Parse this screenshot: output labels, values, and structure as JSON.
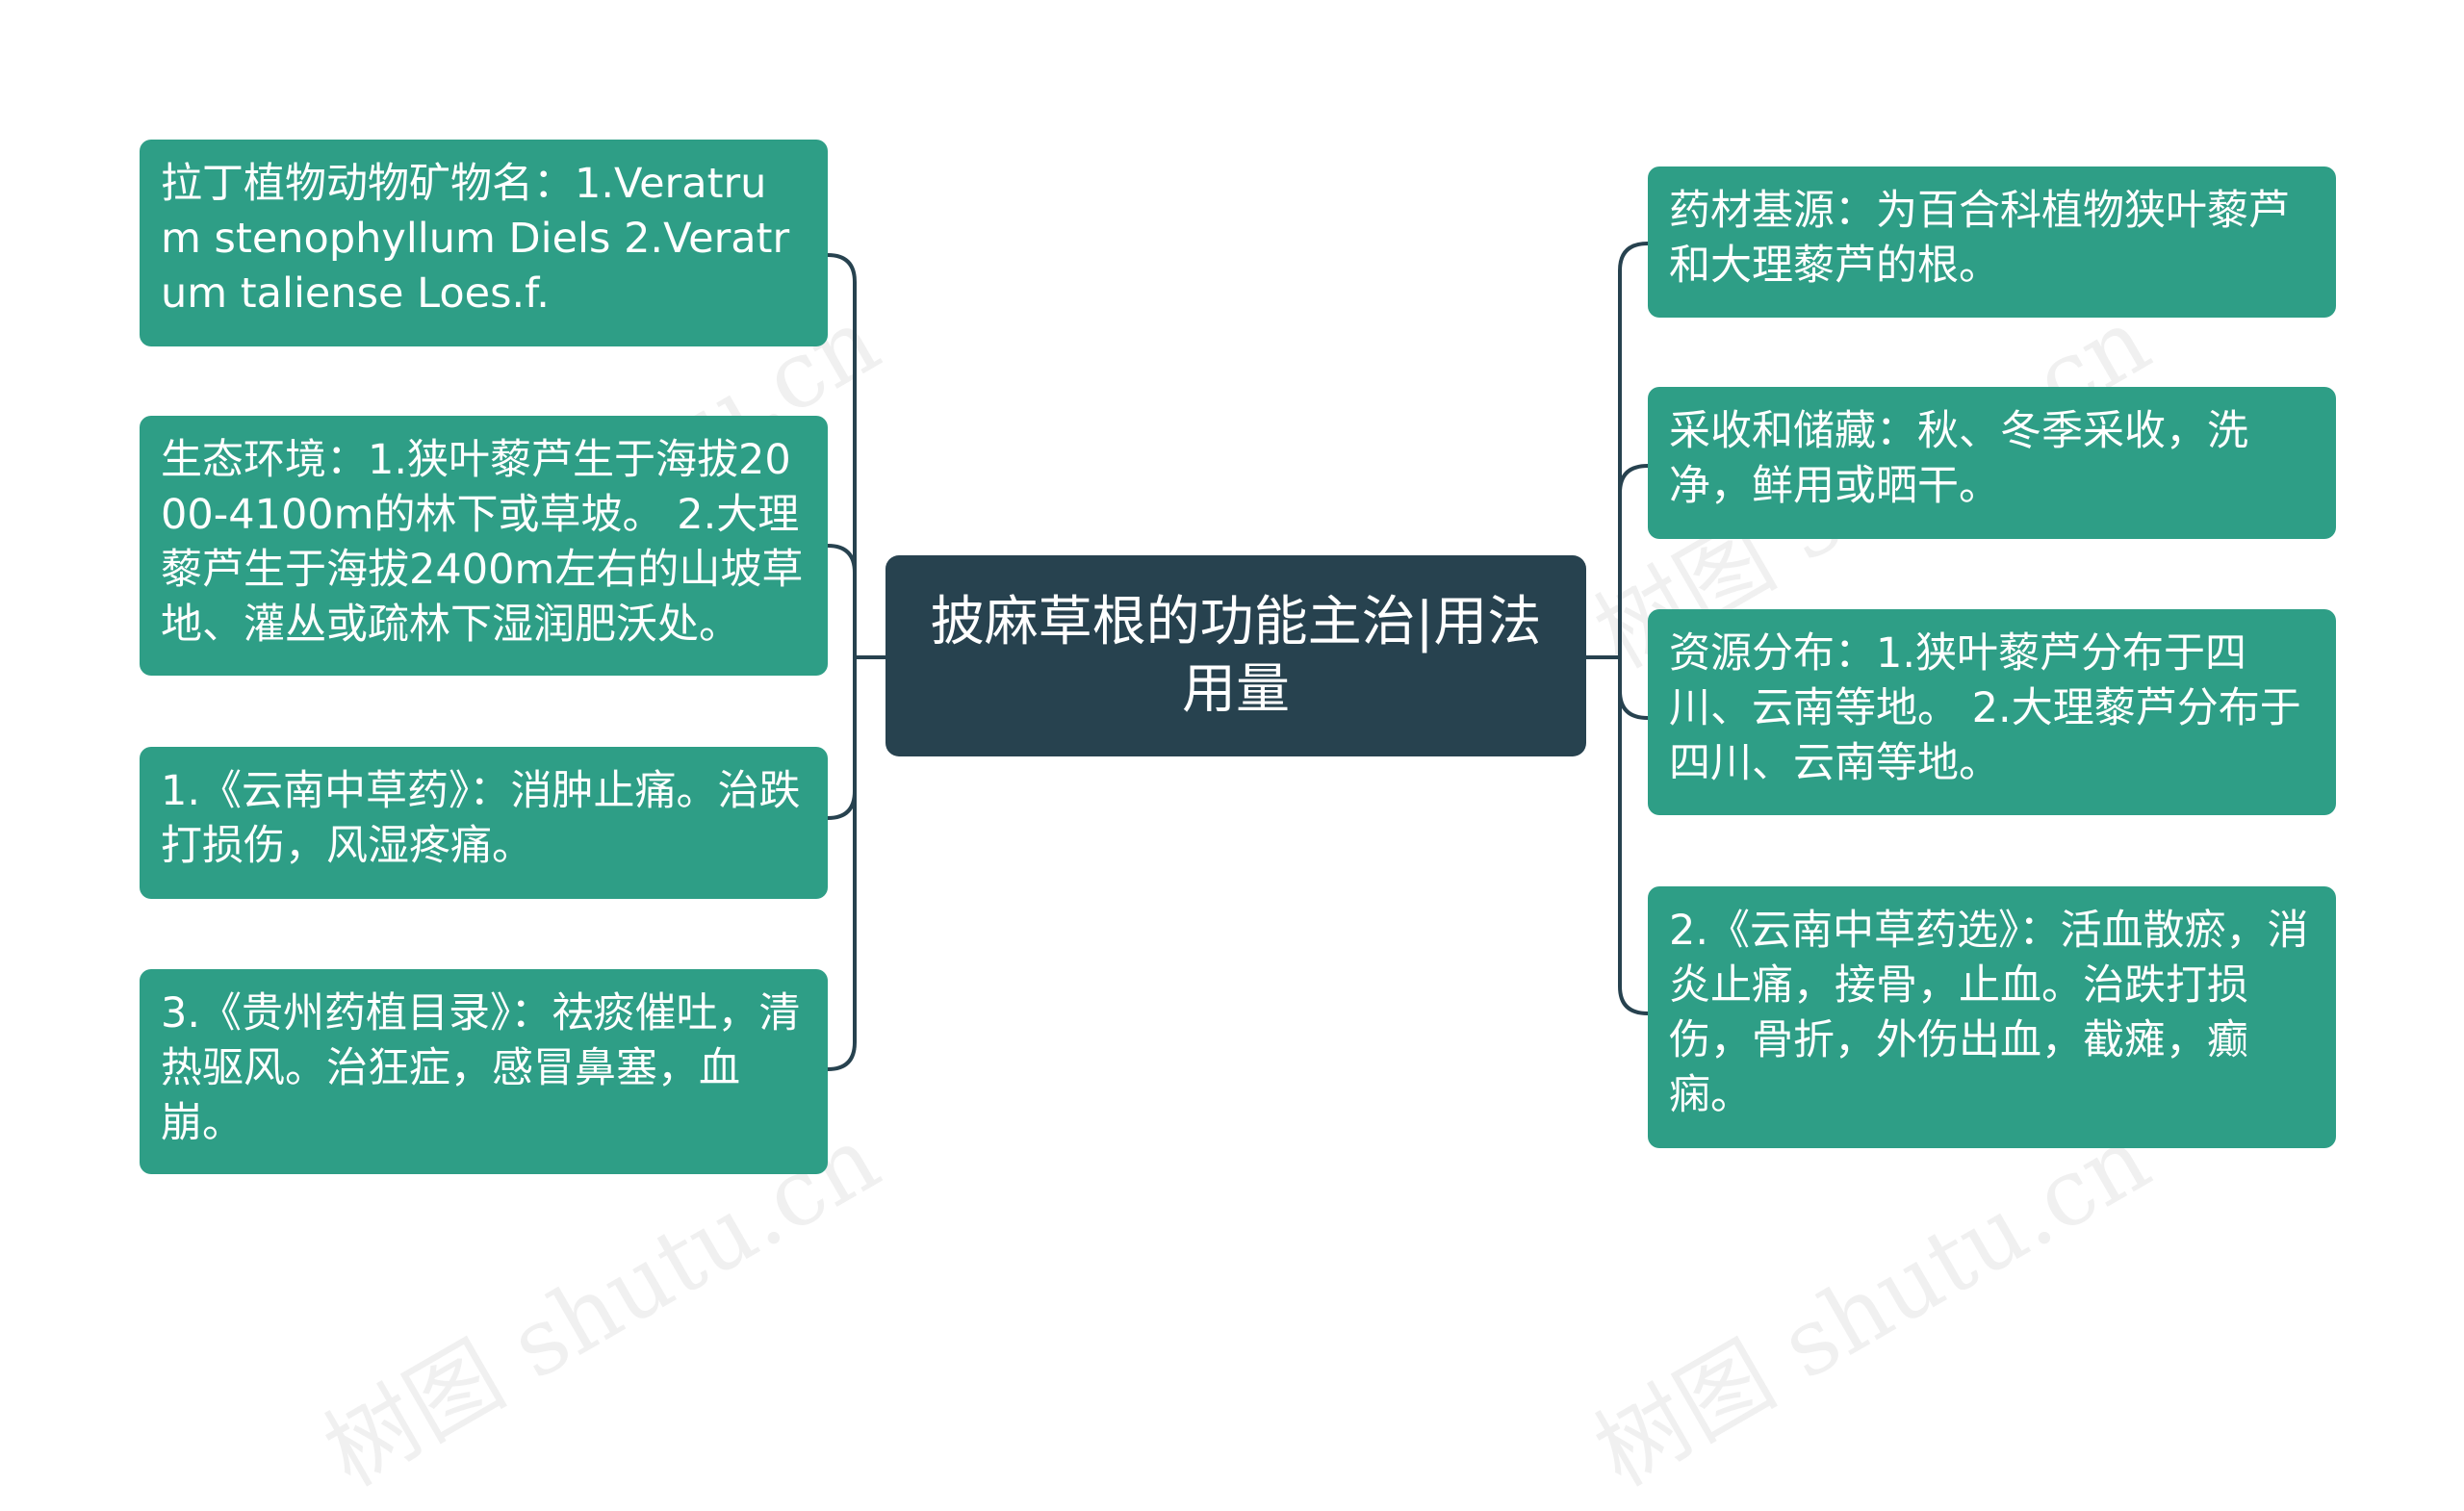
{
  "watermark": "树图 shutu.cn",
  "center": {
    "title": "披麻草根的功能主治|用法用量"
  },
  "left_nodes": [
    {
      "text": "拉丁植物动物矿物名：1.Veratrum stenophyllum Diels 2.Veratrum taliense Loes.f."
    },
    {
      "text": "生态环境：1.狭叶藜芦生于海拔2000-4100m的林下或草坡。 2.大理藜芦生于海拔2400m左右的山坡草地、灌丛或疏林下湿润肥沃处。"
    },
    {
      "text": "1.《云南中草药》：消肿止痛。治跌打损伤，风湿疼痛。"
    },
    {
      "text": "3.《贵州药植目录》：祛痰催吐，清热驱风。治狂症，感冒鼻塞，血崩。"
    }
  ],
  "right_nodes": [
    {
      "text": "药材基源：为百合科植物狭叶藜芦和大理藜芦的根。"
    },
    {
      "text": "采收和储藏：秋、冬季采收，洗净，鲜用或晒干。"
    },
    {
      "text": "资源分布：1.狭叶藜芦分布于四川、云南等地。 2.大理藜芦分布于四川、云南等地。"
    },
    {
      "text": "2.《云南中草药选》：活血散瘀，消炎止痛，接骨，止血。治跌打损伤，骨折，外伤出血，截瘫，癫痫。"
    }
  ],
  "colors": {
    "node": "#2e9e86",
    "center": "#27424f",
    "line": "#27424f"
  }
}
